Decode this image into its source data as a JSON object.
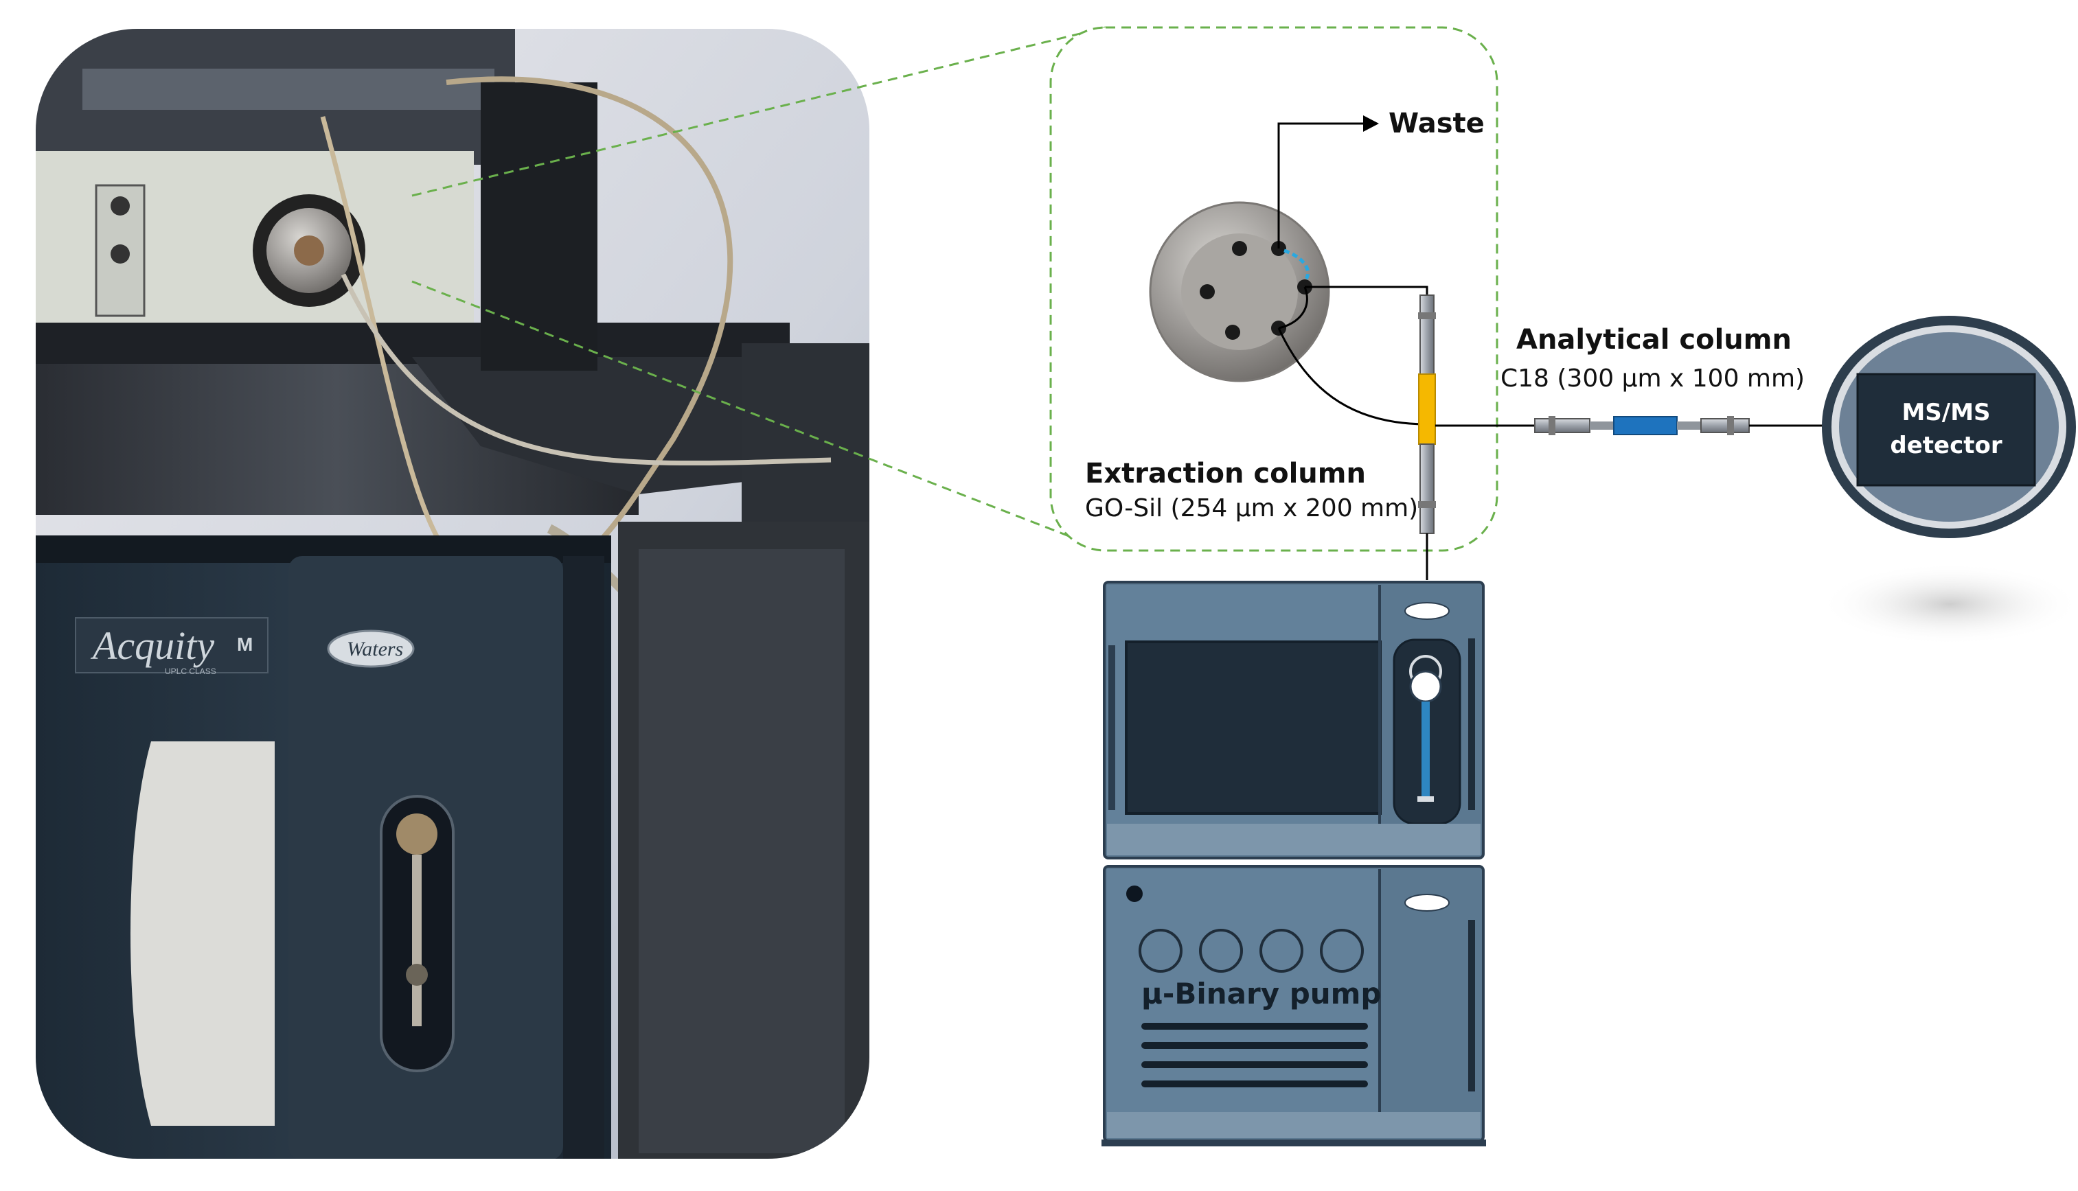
{
  "photo": {
    "brand_text": "Acquity",
    "brand_suffix": "M",
    "brand_subtext": "UPLC CLASS",
    "waters_logo_text": "Waters"
  },
  "labels": {
    "waste": "Waste",
    "analytical_title": "Analytical column",
    "analytical_detail": "C18 (300 µm x 100 mm)",
    "extraction_title": "Extraction column",
    "extraction_detail": "GO-Sil (254 µm x 200 mm)",
    "detector_line1": "MS/MS",
    "detector_line2": "detector",
    "pump_label": "µ-Binary pump"
  },
  "icons": {
    "valve": "six-port-valve-icon",
    "waste_arrow": "arrow-right-icon"
  },
  "colors": {
    "callout_dash": "#6ab04c",
    "extraction_column": "#f5b800",
    "analytical_column": "#1e73be",
    "valve_flow_arrow": "#29a8e0",
    "instrument_body": "#5b7890",
    "instrument_dark": "#1f2d3a",
    "detector_ring": "#2e3e4d"
  }
}
